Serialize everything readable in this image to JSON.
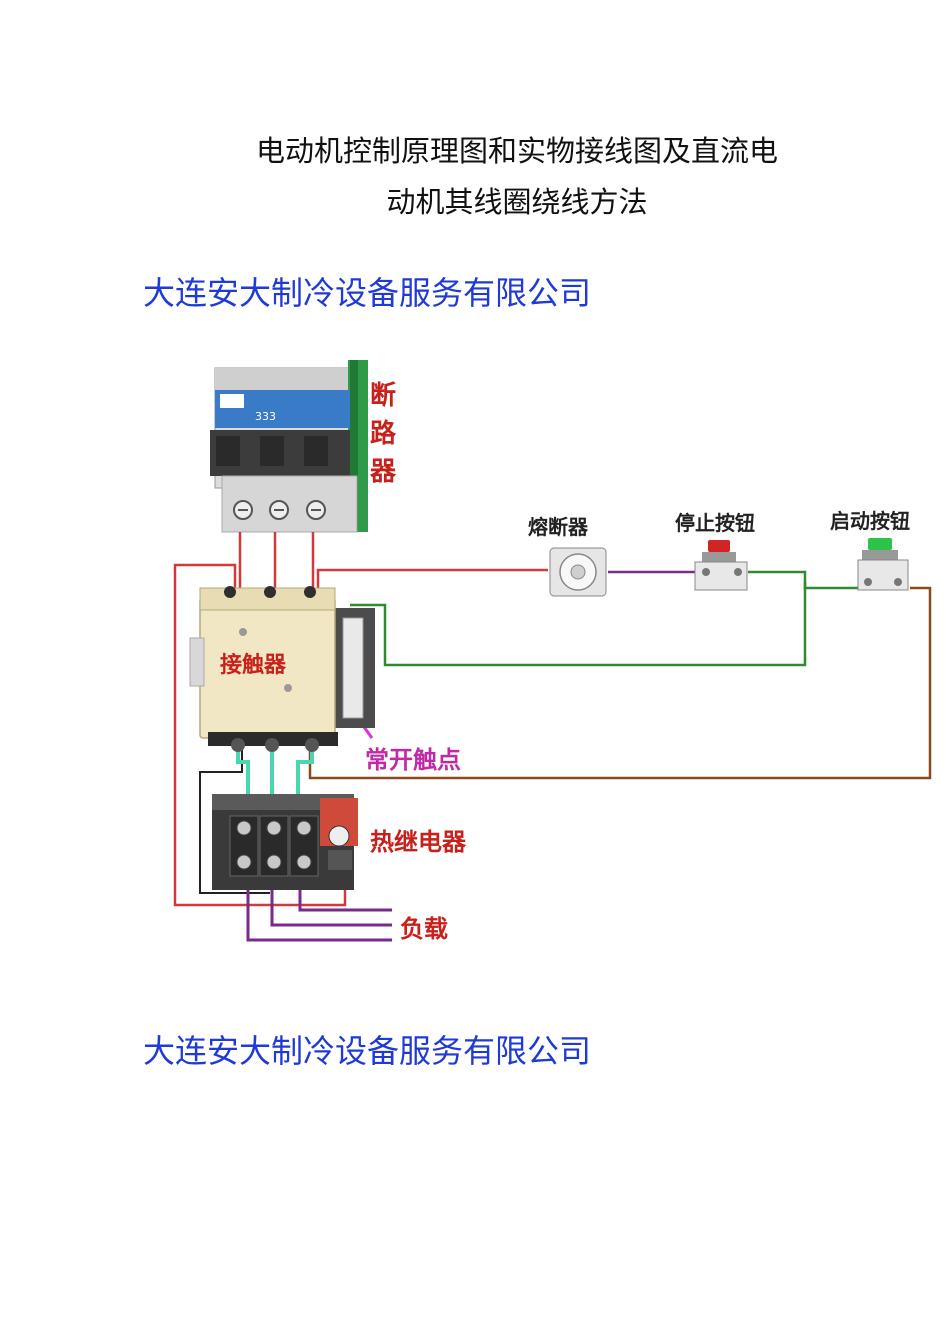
{
  "document": {
    "title_line1": "电动机控制原理图和实物接线图及直流电",
    "title_line2": "动机其线圈绕线方法",
    "company_top": "大连安大制冷设备服务有限公司",
    "company_bottom": "大连安大制冷设备服务有限公司"
  },
  "diagram": {
    "labels": {
      "breaker": [
        "断",
        "路",
        "器"
      ],
      "fuse": "熔断器",
      "stop_button": "停止按钮",
      "start_button": "启动按钮",
      "contactor": "接触器",
      "normally_open": "常开触点",
      "thermal_relay": "热继电器",
      "load": "负载"
    },
    "breaker_plate": "333"
  },
  "colors": {
    "company_text": "#1f3ad6",
    "wire_red": "#d23a3a",
    "wire_green": "#2e8b2e",
    "wire_brown": "#8b4a1e",
    "wire_purple": "#7a2a8a",
    "wire_cyan": "#48d7b0",
    "label_red": "#c8201a",
    "label_magenta": "#c02aa8"
  }
}
